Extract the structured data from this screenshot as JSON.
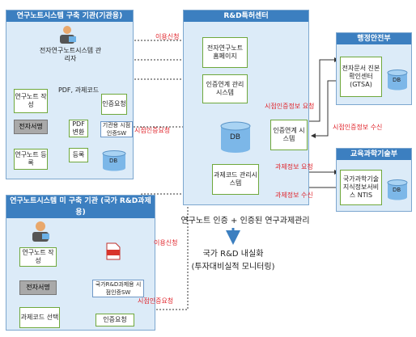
{
  "left_top": {
    "title": "연구노트시스템 구축 기관(기관용)",
    "admin": "전자연구노트시스템 관리자",
    "pdf_label": "PDF, 과제코드",
    "step_write": "연구노트 작성",
    "step_sign": "전자서명",
    "step_register": "연구노트 등록",
    "pdf_convert": "PDF변환",
    "register": "등록",
    "auth_request": "인증요청",
    "agency_sw": "기관용 시점인증SW",
    "db": "DB"
  },
  "left_bottom": {
    "title": "연구노트시스템 미 구축 기관 (국가 R&D과제용)",
    "step_write": "연구노트 작성",
    "step_sign": "전자서명",
    "step_code": "과제코드 선택",
    "national_sw": "국가R&D과제용 시점인증SW",
    "auth_request": "인증요청"
  },
  "center": {
    "title": "R&D특허센터",
    "homepage": "전자연구노트 홈페이지",
    "auth_mgmt": "인증연계 관리시스템",
    "db": "DB",
    "auth_link": "인증연계 시스템",
    "code_mgmt": "과제코드 관리시스템",
    "headline": "연구노트 인증 + 인증된 연구과제관리",
    "result1": "국가 R&D 내실화",
    "result2": "(투자대비실적 모니터링)"
  },
  "right_top": {
    "title": "행정안전부",
    "center": "전자문서 진본확인센터 (GTSA)",
    "db": "DB"
  },
  "right_bottom": {
    "title": "교육과학기술부",
    "service": "국가과학기술 지식정보서비스 NTIS",
    "db": "DB"
  },
  "flows": {
    "use_apply_top": "이용신청",
    "use_apply_bottom": "이용신청",
    "timestamp_request_mid": "시점인증요청",
    "timestamp_request_bottom": "시점인증요청",
    "timestamp_info_request": "시점인증정보 요청",
    "timestamp_info_receive": "시점인증정보 수신",
    "task_info_request": "과제정보 요청",
    "task_info_receive": "과제정보 수신"
  },
  "colors": {
    "panel_bg": "#dcebf8",
    "title_bar": "#3c7fc0",
    "flow_text": "#e0242b",
    "arrow_dark": "#333333"
  }
}
